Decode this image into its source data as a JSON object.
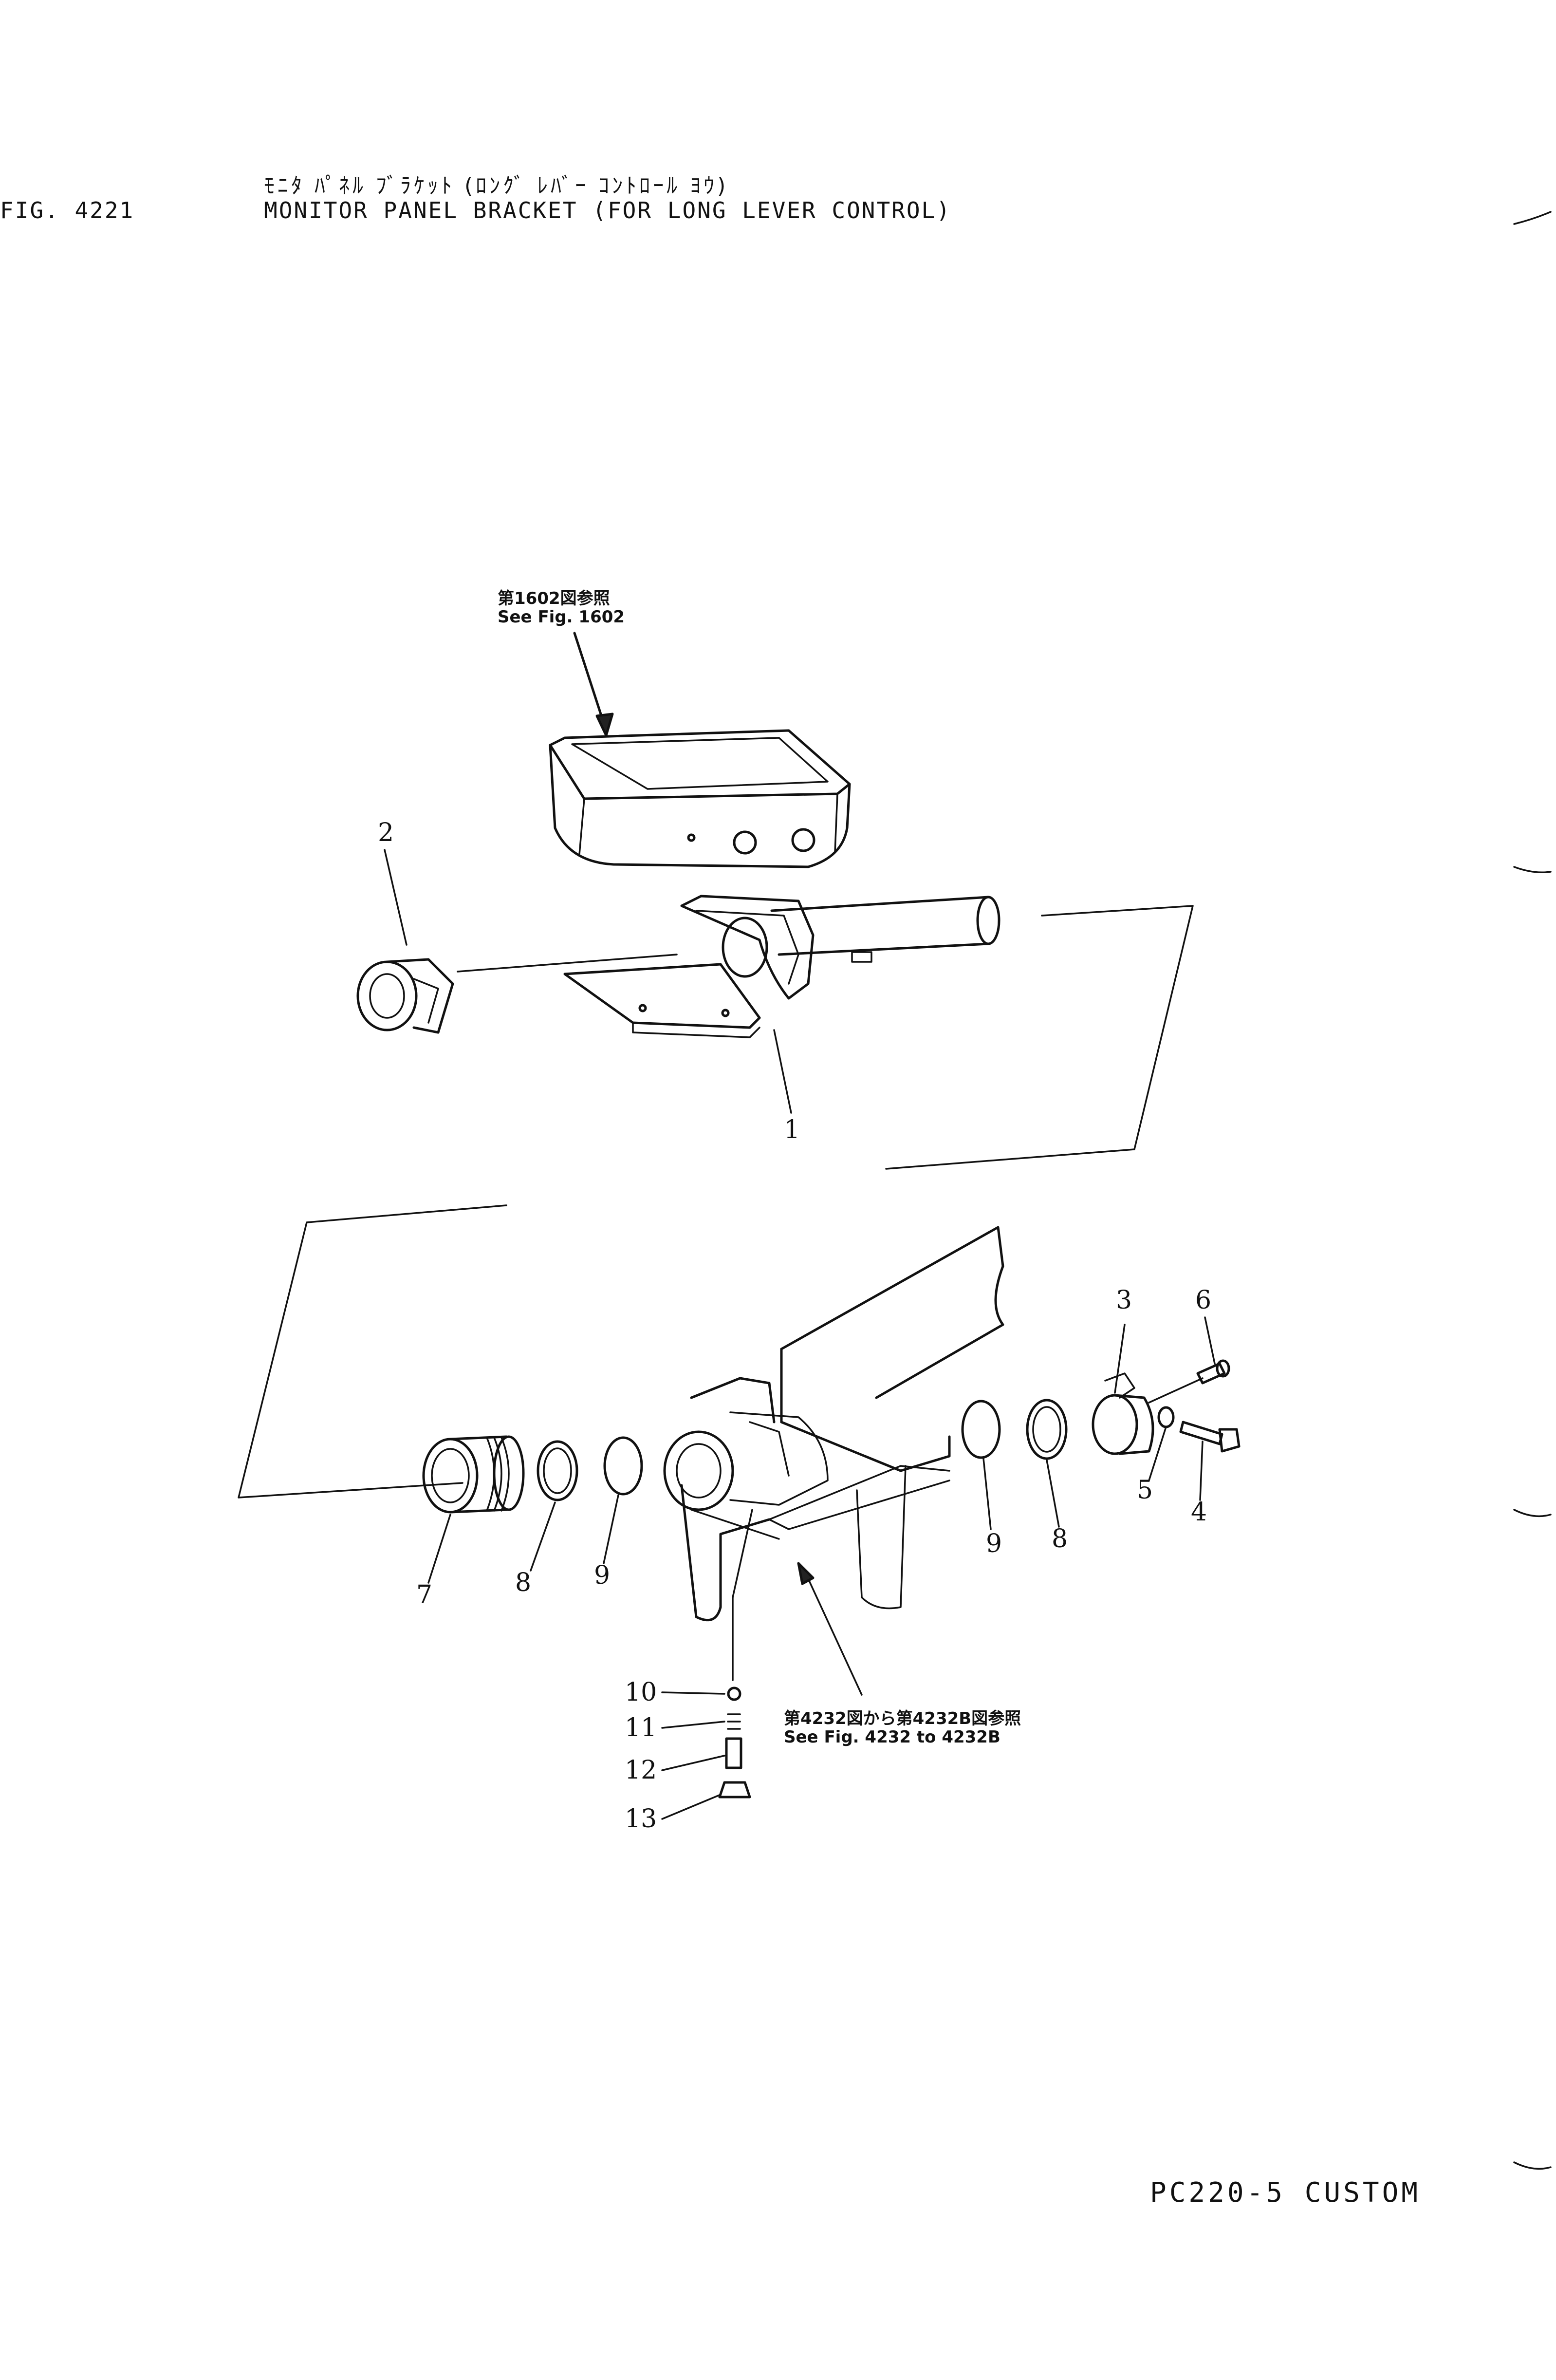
{
  "header": {
    "figure_number": "FIG. 4221",
    "title_japanese": "ﾓﾆﾀ ﾊﾟﾈﾙ ﾌﾞﾗｹｯﾄ (ﾛﾝｸﾞ ﾚﾊﾞｰ ｺﾝﾄﾛｰﾙ ﾖｳ)",
    "title": "MONITOR PANEL BRACKET (FOR LONG LEVER CONTROL)"
  },
  "references": {
    "top_jp": "第1602図参照",
    "top_en": "See Fig. 1602",
    "bottom_jp": "第4232図から第4232B図参照",
    "bottom_en": "See Fig. 4232 to 4232B"
  },
  "callouts": {
    "c1": "1",
    "c2": "2",
    "c3": "3",
    "c4": "4",
    "c5": "5",
    "c6": "6",
    "c7": "7",
    "c8a": "8",
    "c8b": "8",
    "c9a": "9",
    "c9b": "9",
    "c10": "10",
    "c11": "11",
    "c12": "12",
    "c13": "13"
  },
  "footer": {
    "model": "PC220-5 CUSTOM"
  }
}
